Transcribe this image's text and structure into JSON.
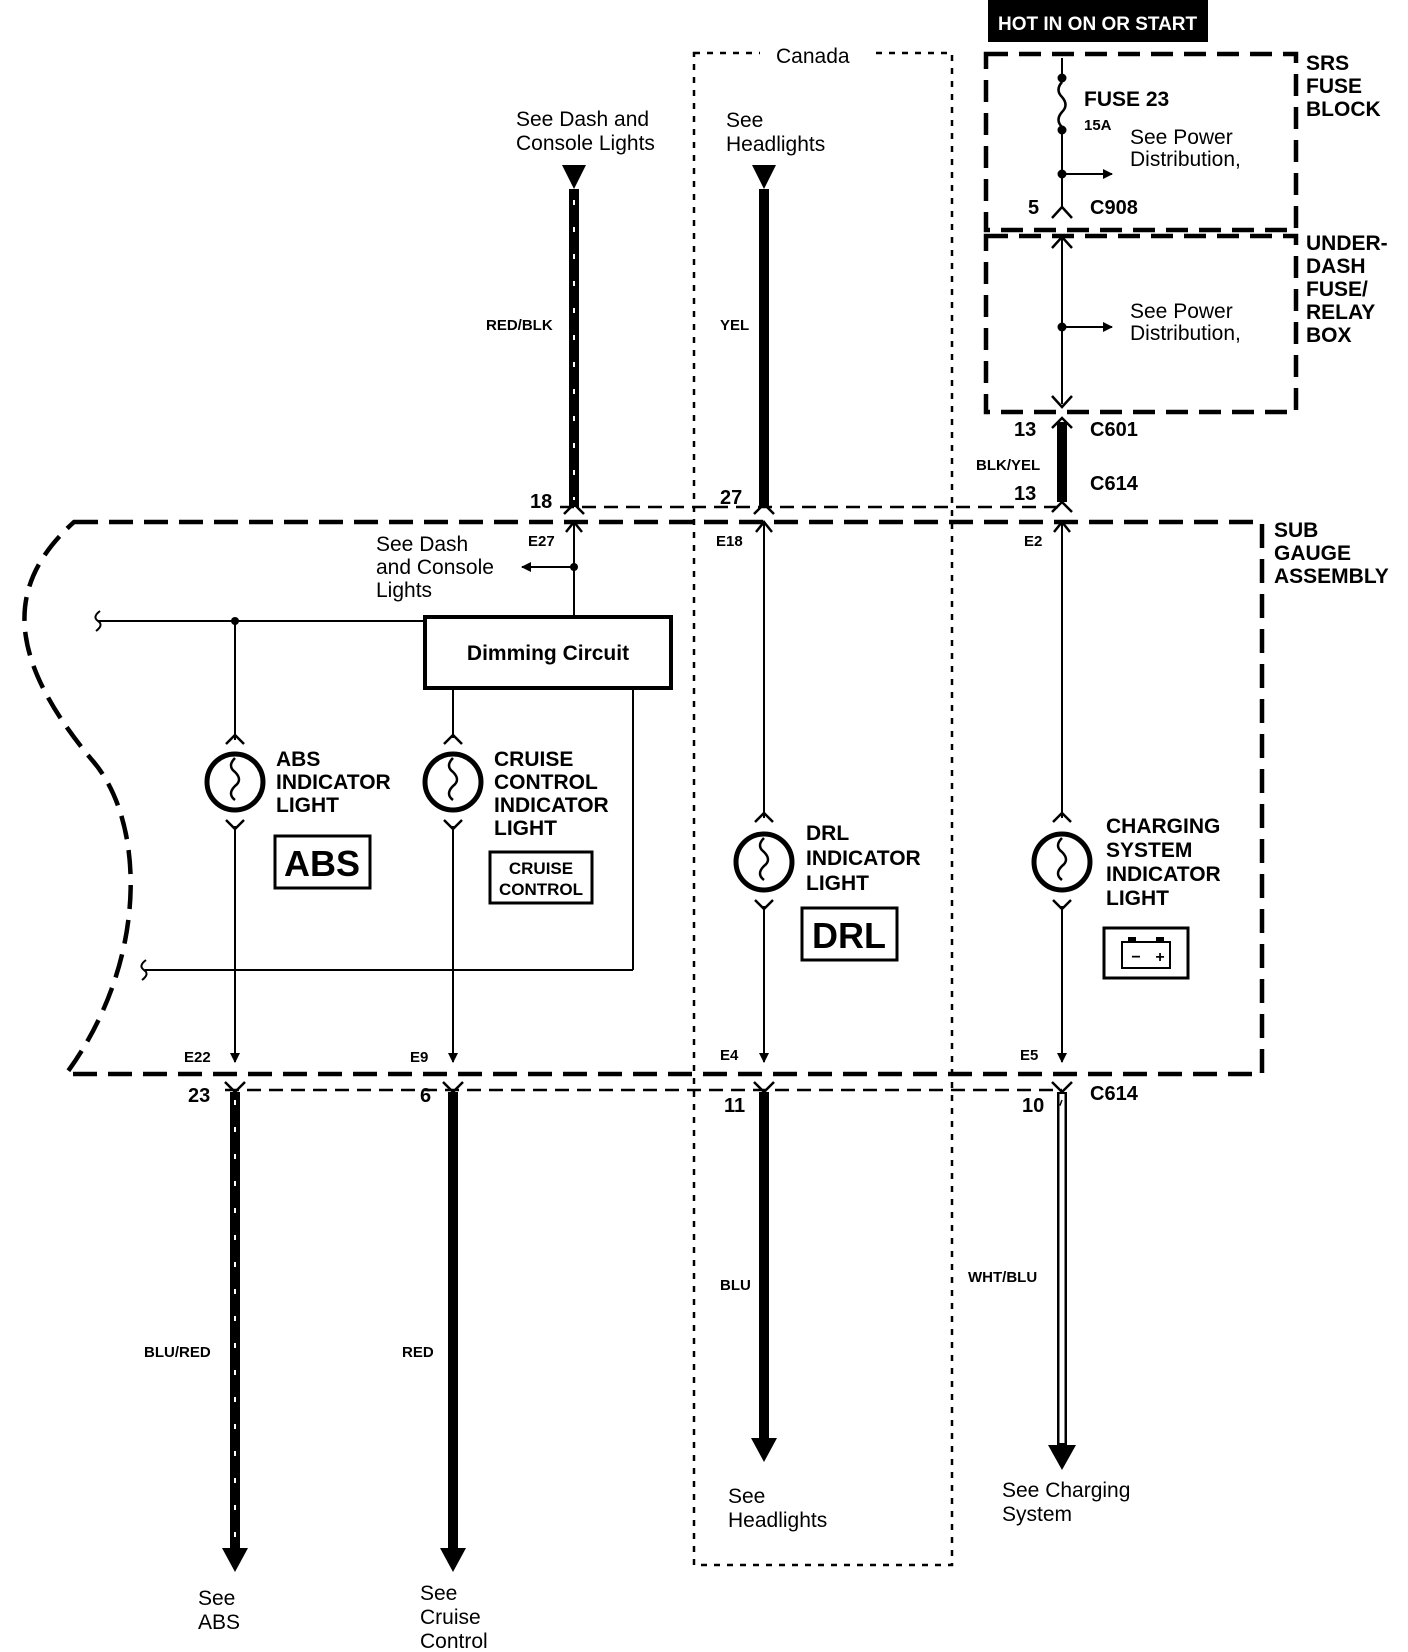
{
  "hot_label": "HOT IN ON OR START",
  "canada_label": "Canada",
  "srs_block": [
    "SRS",
    "FUSE",
    "BLOCK"
  ],
  "underdash_block": [
    "UNDER-",
    "DASH",
    "FUSE/",
    "RELAY",
    "BOX"
  ],
  "sub_gauge": [
    "SUB",
    "GAUGE",
    "ASSEMBLY"
  ],
  "fuse": {
    "name": "FUSE 23",
    "rating": "15A"
  },
  "power_dist_1": [
    "See Power",
    "Distribution,"
  ],
  "power_dist_2": [
    "See Power",
    "Distribution,"
  ],
  "connectors": {
    "c908": "C908",
    "c908_pin": "5",
    "c601": "C601",
    "c601_pin": "13",
    "c614_top": "C614",
    "c614_top_pin": "13",
    "c614_bottom": "C614"
  },
  "top_refs": {
    "dash": [
      "See Dash and",
      "Console Lights"
    ],
    "headlights": [
      "See",
      "Headlights"
    ]
  },
  "top_wires": {
    "dash_color": "RED/BLK",
    "dash_pin": "18",
    "headlights_color": "YEL",
    "headlights_pin": "27",
    "power_color": "BLK/YEL"
  },
  "terminals": {
    "e27": "E27",
    "e18": "E18",
    "e2": "E2",
    "e22": "E22",
    "e9": "E9",
    "e4": "E4",
    "e5": "E5"
  },
  "dash_branch": [
    "See Dash",
    "and Console",
    "Lights"
  ],
  "dimming_circuit": "Dimming Circuit",
  "lights": {
    "abs": {
      "label": [
        "ABS",
        "INDICATOR",
        "LIGHT"
      ],
      "symbol": "ABS"
    },
    "cruise": {
      "label": [
        "CRUISE",
        "CONTROL",
        "INDICATOR",
        "LIGHT"
      ],
      "symbol": [
        "CRUISE",
        "CONTROL"
      ]
    },
    "drl": {
      "label": [
        "DRL",
        "INDICATOR",
        "LIGHT"
      ],
      "symbol": "DRL"
    },
    "charging": {
      "label": [
        "CHARGING",
        "SYSTEM",
        "INDICATOR",
        "LIGHT"
      ],
      "symbol_minus": "−",
      "symbol_plus": "+"
    }
  },
  "bottom_wires": [
    {
      "pin": "23",
      "color": "BLU/RED",
      "ref": [
        "See",
        "ABS"
      ]
    },
    {
      "pin": "6",
      "color": "RED",
      "ref": [
        "See",
        "Cruise",
        "Control"
      ]
    },
    {
      "pin": "11",
      "color": "BLU",
      "ref": [
        "See",
        "Headlights"
      ]
    },
    {
      "pin": "10",
      "color": "WHT/BLU",
      "ref": [
        "See Charging",
        "System"
      ]
    }
  ]
}
